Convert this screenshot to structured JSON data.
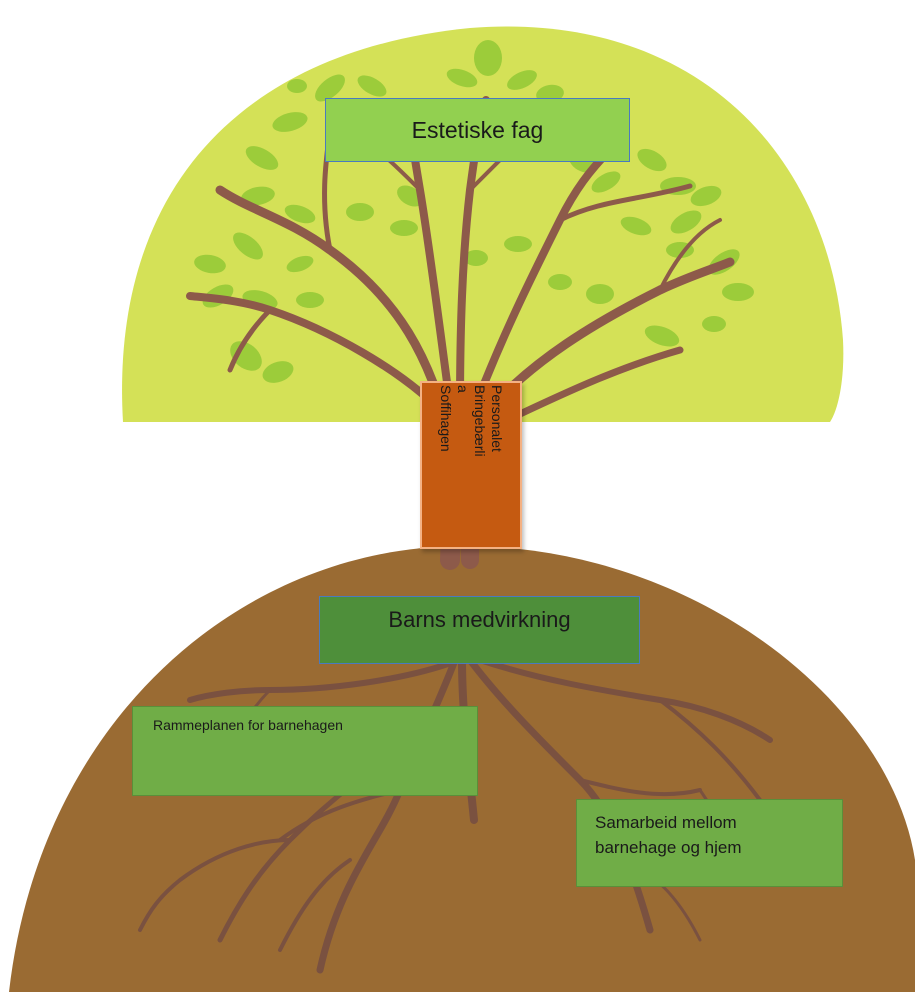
{
  "labels": {
    "crown": "Estetiske fag",
    "trunk_line1": "Personalet",
    "trunk_line2": "Bringebærli",
    "trunk_line3": "a",
    "trunk_line4": "Soffihagen",
    "roots_top": "Barns medvirkning",
    "roots_left": "Rammeplanen for barnehagen",
    "roots_right_line1": "Samarbeid mellom",
    "roots_right_line2": "barnehage og hjem"
  },
  "colors": {
    "crown": "#d4e157",
    "leaf": "#9ccc3a",
    "branch": "#8d5a4a",
    "ground": "#9a6b33",
    "box_light_green": "#92d050",
    "box_dark_green": "#4e8f3a",
    "box_medium_green": "#70ad47",
    "box_orange": "#c55a11"
  }
}
